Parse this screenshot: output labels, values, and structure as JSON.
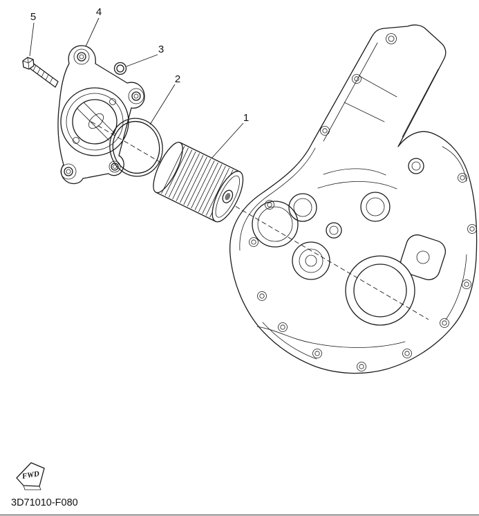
{
  "page": {
    "background": "#ffffff",
    "line_color": "#1a1a1a"
  },
  "diagram": {
    "callouts": [
      {
        "label": "1"
      },
      {
        "label": "2"
      },
      {
        "label": "3"
      },
      {
        "label": "4"
      },
      {
        "label": "5"
      }
    ],
    "fwd_label": "FWD",
    "part_code": "3D71010-F080"
  }
}
